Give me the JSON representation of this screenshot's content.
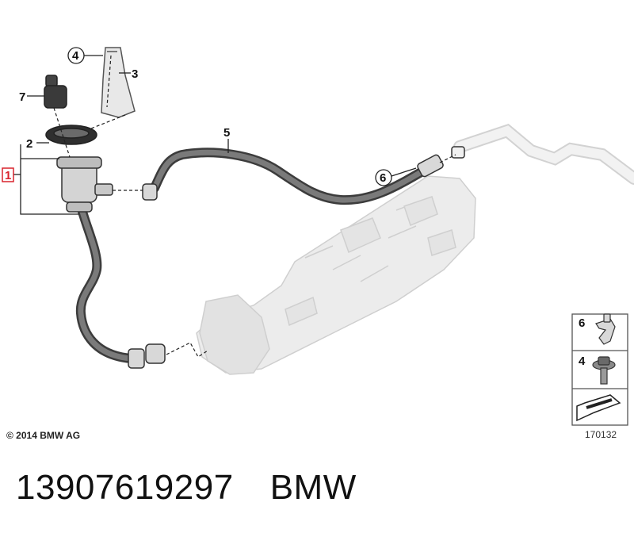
{
  "copyright": "© 2014 BMW AG",
  "diagram_number": "170132",
  "part_number": "13907619297",
  "brand": "BMW",
  "callouts": {
    "c1": "1",
    "c2": "2",
    "c3": "3",
    "c4": "4",
    "c5": "5",
    "c6": "6",
    "c7": "7"
  },
  "legend": {
    "item_a": "6",
    "item_b": "4"
  },
  "colors": {
    "hose": "#5a5a5a",
    "ghost": "#e6e6e6",
    "ghost_stroke": "#c8c8c8",
    "highlight": "#d9232d"
  }
}
